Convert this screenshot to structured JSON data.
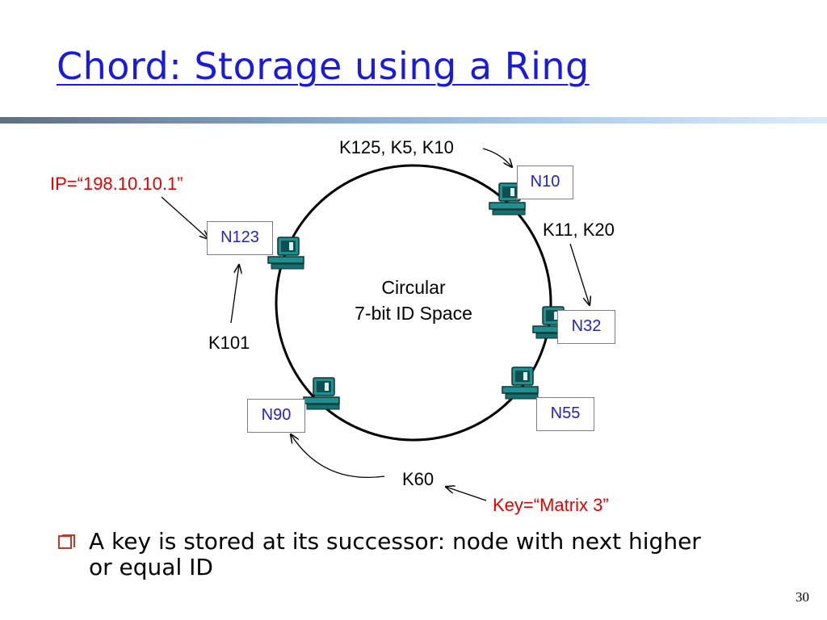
{
  "slide": {
    "title": "Chord: Storage using a Ring",
    "page_number": "30",
    "colors": {
      "title": "#1a1adc",
      "node_label": "#2323c8",
      "highlight": "#e60000",
      "computer_icon": "#1f8f8f"
    }
  },
  "diagram": {
    "center_line1": "Circular",
    "center_line2": "7-bit ID Space",
    "nodes": [
      {
        "label": "N10"
      },
      {
        "label": "N32"
      },
      {
        "label": "N55"
      },
      {
        "label": "N90"
      },
      {
        "label": "N123"
      }
    ],
    "keys": {
      "n10_keys": "K125, K5, K10",
      "n32_keys": "K11, K20",
      "n90_keys": "K60",
      "n123_keys": "K101"
    },
    "annotations": {
      "ip": "IP=“198.10.10.1”",
      "key_name": "Key=“Matrix 3”"
    }
  },
  "bullets": [
    {
      "text": "A key is stored at its successor: node with next higher or equal ID"
    }
  ]
}
